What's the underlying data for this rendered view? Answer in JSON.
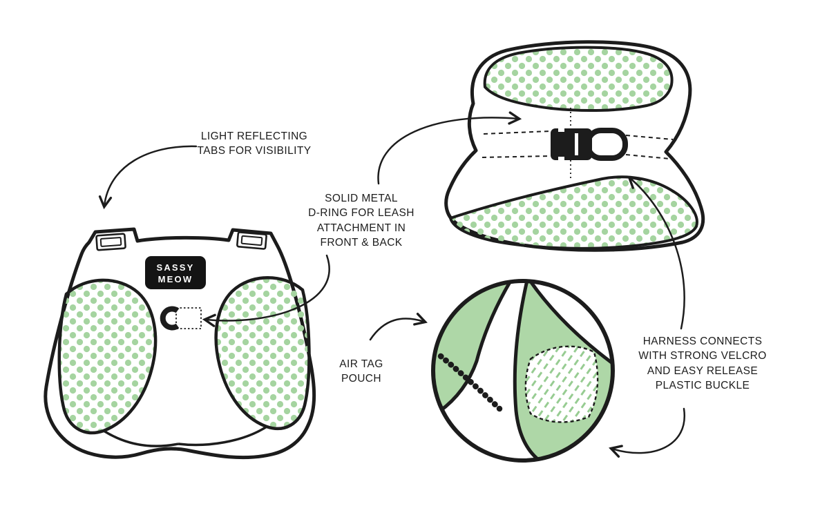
{
  "brand": {
    "line1": "SASSY",
    "line2": "MEOW"
  },
  "annotations": {
    "reflective_tabs": "LIGHT REFLECTING\nTABS FOR VISIBILITY",
    "d_ring": "SOLID METAL\nD-RING FOR LEASH\nATTACHMENT IN\nFRONT & BACK",
    "air_tag": "AIR TAG\nPOUCH",
    "buckle": "HARNESS CONNECTS\nWITH STRONG VELCRO\nAND EASY RELEASE\nPLASTIC BUCKLE"
  },
  "colors": {
    "background": "#ffffff",
    "outline": "#1c1c1c",
    "dot_green": "#a5d4a0",
    "solid_green": "#aed7a7",
    "hatch_green": "#97cc92",
    "label_bg": "#141414",
    "label_text": "#ffffff"
  }
}
